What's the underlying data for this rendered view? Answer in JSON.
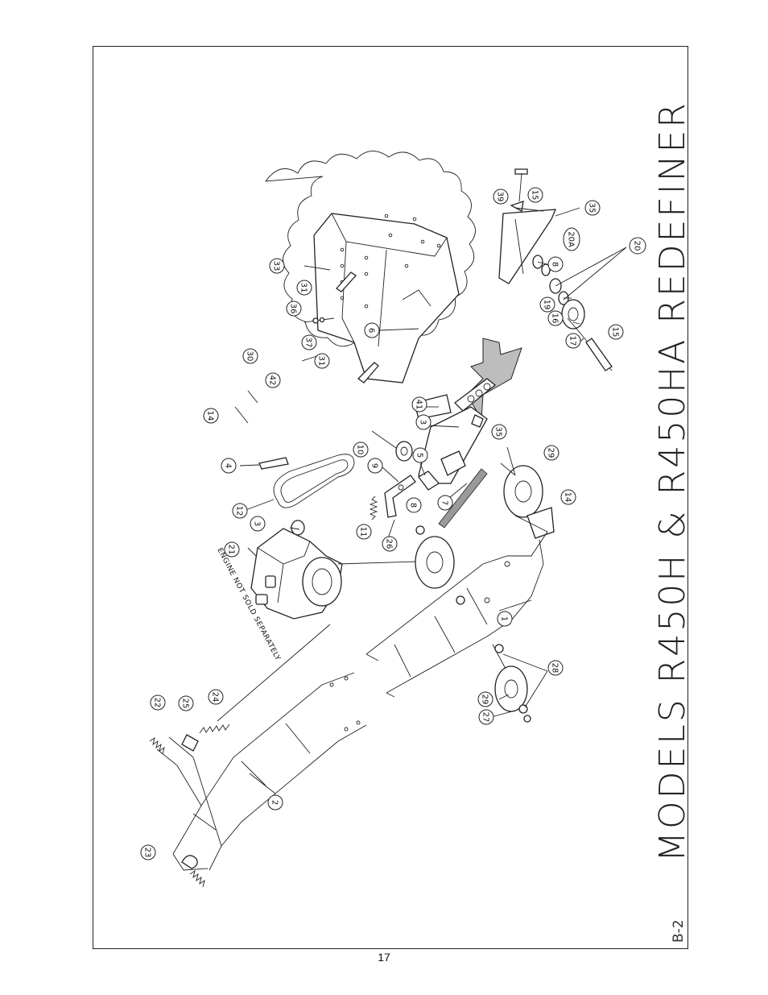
{
  "title": "MODELS R450H & R450HA REDEFINER",
  "sheet_id": "B-2",
  "page_number": "17",
  "engine_note": "ENGINE NOT SOLD SEPARATELY",
  "callouts": [
    {
      "id": "c1",
      "label": "1"
    },
    {
      "id": "c2",
      "label": "2"
    },
    {
      "id": "c3a",
      "label": "3"
    },
    {
      "id": "c3b",
      "label": "3"
    },
    {
      "id": "c4",
      "label": "4"
    },
    {
      "id": "c5",
      "label": "5"
    },
    {
      "id": "c6",
      "label": "6"
    },
    {
      "id": "c7",
      "label": "7"
    },
    {
      "id": "c8a",
      "label": "8"
    },
    {
      "id": "c8b",
      "label": "8"
    },
    {
      "id": "c9",
      "label": "9"
    },
    {
      "id": "c10",
      "label": "10"
    },
    {
      "id": "c11",
      "label": "11"
    },
    {
      "id": "c12",
      "label": "12"
    },
    {
      "id": "c14a",
      "label": "14"
    },
    {
      "id": "c14b",
      "label": "14"
    },
    {
      "id": "c15a",
      "label": "15"
    },
    {
      "id": "c15b",
      "label": "15"
    },
    {
      "id": "c16",
      "label": "16"
    },
    {
      "id": "c17",
      "label": "17"
    },
    {
      "id": "c19",
      "label": "19"
    },
    {
      "id": "c20",
      "label": "20"
    },
    {
      "id": "c20a",
      "label": "20A"
    },
    {
      "id": "c21",
      "label": "21"
    },
    {
      "id": "c22",
      "label": "22"
    },
    {
      "id": "c23",
      "label": "23"
    },
    {
      "id": "c24",
      "label": "24"
    },
    {
      "id": "c25",
      "label": "25"
    },
    {
      "id": "c26",
      "label": "26"
    },
    {
      "id": "c27",
      "label": "27"
    },
    {
      "id": "c28",
      "label": "28"
    },
    {
      "id": "c29a",
      "label": "29"
    },
    {
      "id": "c29b",
      "label": "29"
    },
    {
      "id": "c30",
      "label": "30"
    },
    {
      "id": "c31a",
      "label": "31"
    },
    {
      "id": "c31b",
      "label": "31"
    },
    {
      "id": "c33",
      "label": "33"
    },
    {
      "id": "c35a",
      "label": "35"
    },
    {
      "id": "c35b",
      "label": "35"
    },
    {
      "id": "c36",
      "label": "36"
    },
    {
      "id": "c37",
      "label": "37"
    },
    {
      "id": "c39",
      "label": "39"
    },
    {
      "id": "c41",
      "label": "41"
    },
    {
      "id": "c42",
      "label": "42"
    }
  ]
}
